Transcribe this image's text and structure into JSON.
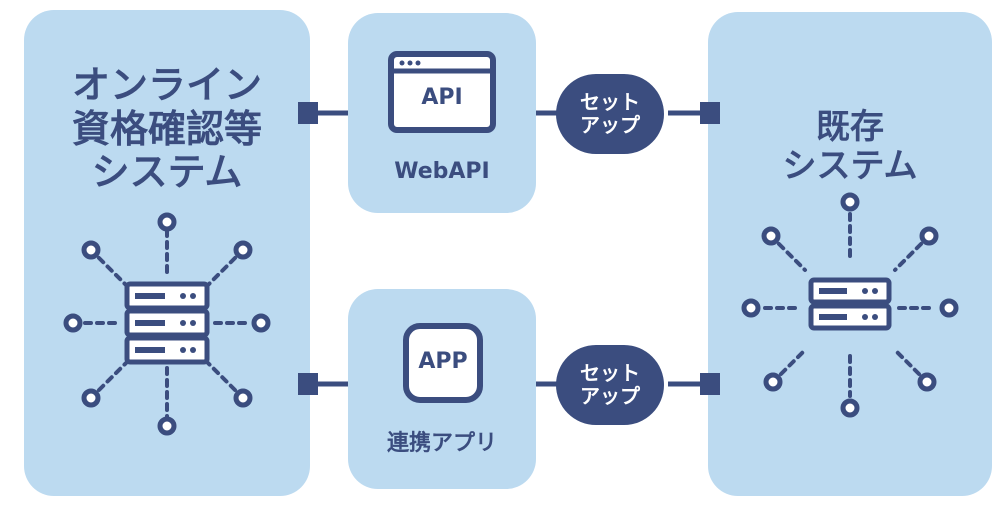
{
  "left_system": {
    "title_lines": [
      "オンライン",
      "資格確認等",
      "システム"
    ],
    "icon": "server-network-icon"
  },
  "right_system": {
    "title_lines": [
      "既存",
      "システム"
    ],
    "icon": "server-network-icon"
  },
  "webapi_box": {
    "icon_text": "API",
    "label": "WebAPI",
    "icon": "browser-window-icon"
  },
  "app_box": {
    "icon_text": "APP",
    "label": "連携アプリ",
    "icon": "app-square-icon"
  },
  "setup_pills": [
    {
      "lines": [
        "セット",
        "アップ"
      ]
    },
    {
      "lines": [
        "セット",
        "アップ"
      ]
    }
  ],
  "colors": {
    "panel": "#bcdaf0",
    "accent": "#3b4d7f",
    "icon_fill": "#ffffff"
  }
}
